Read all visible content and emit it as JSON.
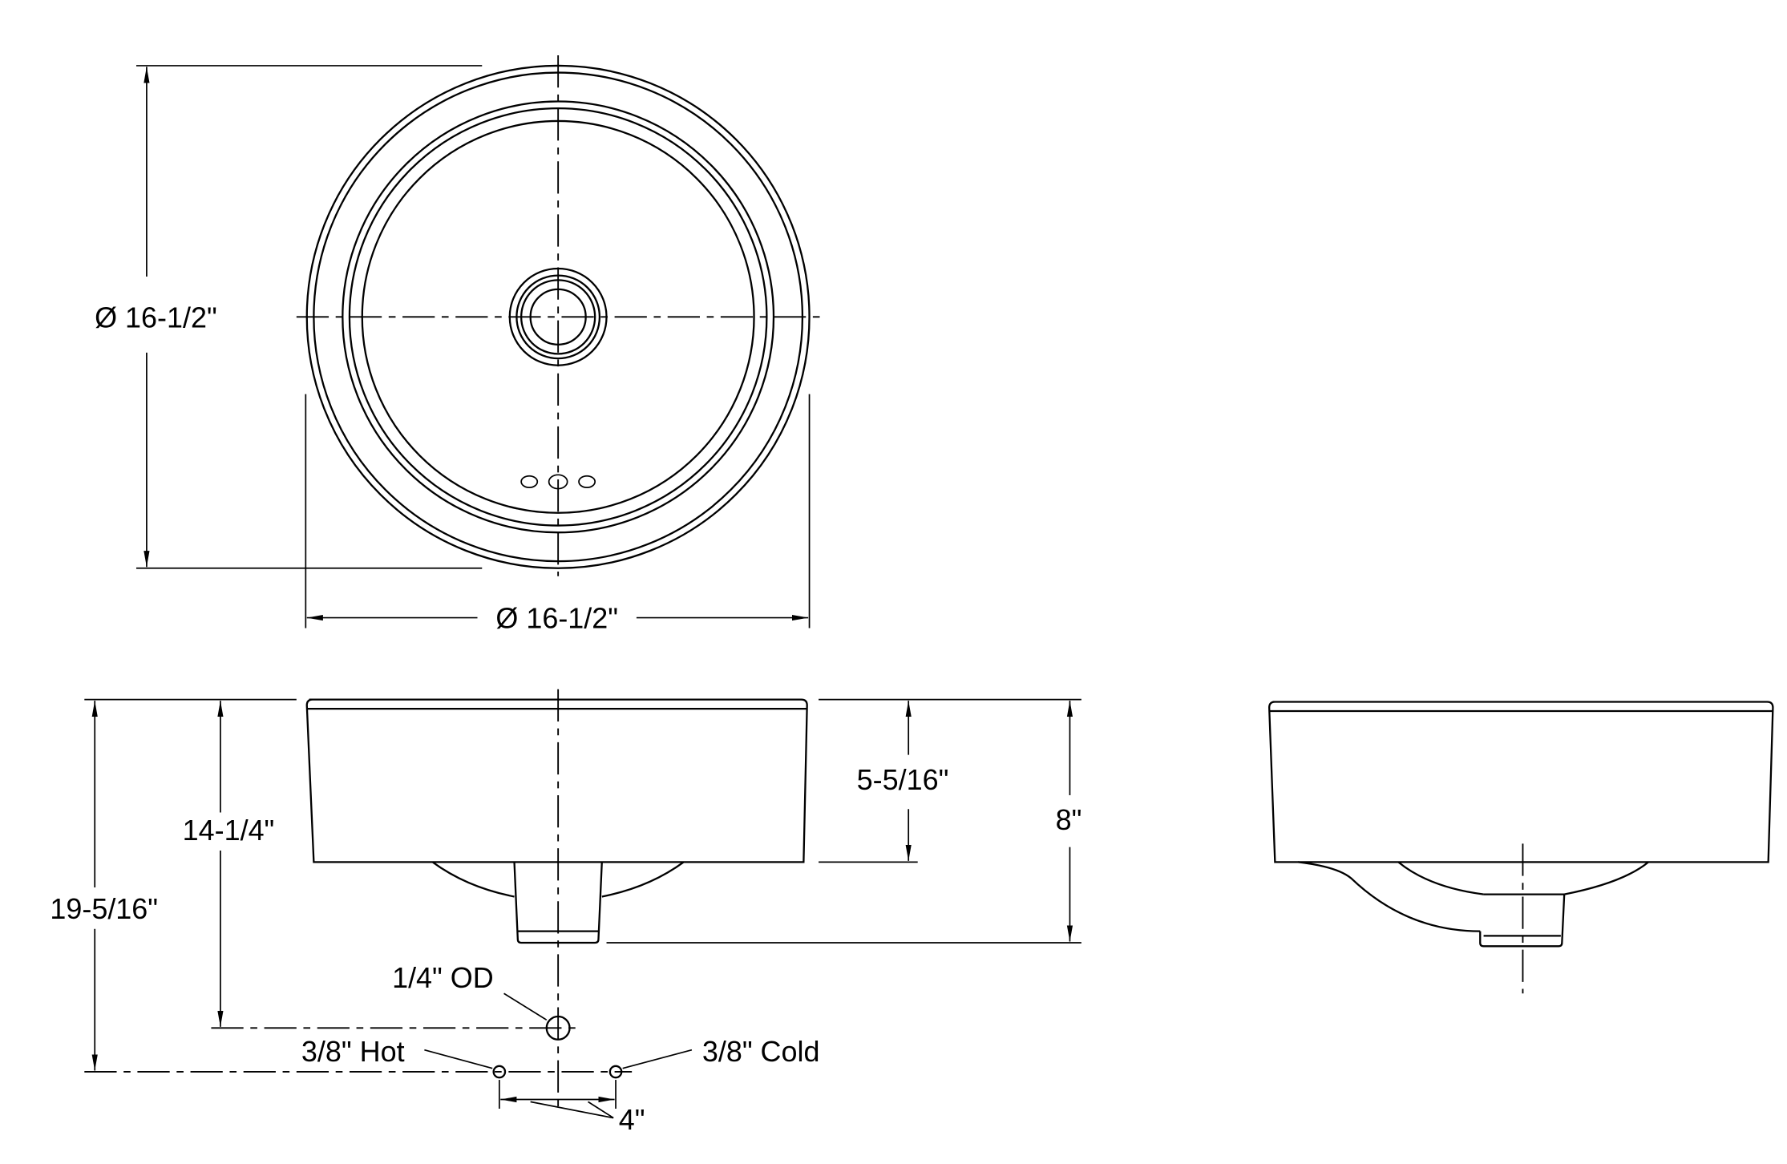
{
  "drawing": {
    "top_view": {
      "height_dim": "Ø 16-1/2\"",
      "width_dim": "Ø 16-1/2\""
    },
    "front_view": {
      "overall_height": "19-5/16\"",
      "supply_height": "14-1/4\"",
      "bowl_depth": "5-5/16\"",
      "total_height": "8\"",
      "drain_od": "1/4\" OD",
      "hot_supply": "3/8\" Hot",
      "cold_supply": "3/8\" Cold",
      "supply_spacing": "4\""
    }
  },
  "colors": {
    "line": "#000000",
    "background": "#ffffff"
  }
}
